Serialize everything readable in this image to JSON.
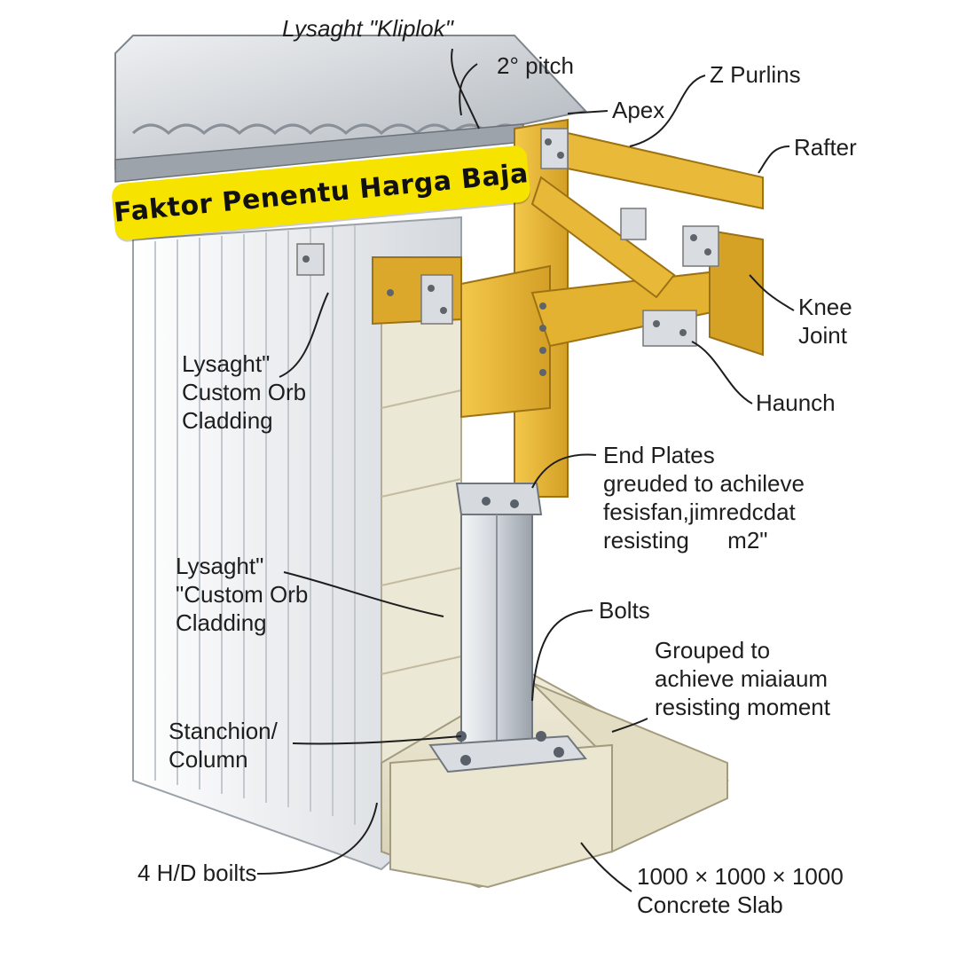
{
  "banner": "Faktor Penentu Harga Baja",
  "labels": {
    "roof_sheet": "Lysaght \"Kliplok\"",
    "pitch": "2° pitch",
    "apex": "Apex",
    "z_purlins": "Z Purlins",
    "rafter": "Rafter",
    "knee_joint": "Knee\nJoint",
    "haunch": "Haunch",
    "cladding_upper": "Lysaght\"\nCustom Orb\nCladding",
    "end_plates": "End Plates\ngreuded to achilеve\nfesisfan,jimredcdat\nresisting      m2\"",
    "cladding_lower": "Lysaght\"\n\"Custom Orb\nCladding",
    "bolts": "Bolts",
    "grouped": "Grouped to\nachieve miaiaum\nresisting moment",
    "stanchion": "Stanchion/\nColumn",
    "hd_bolts": "4 H/D boilts",
    "concrete_slab": "1000 × 1000 × 1000\nConcrete Slab"
  },
  "colors": {
    "timber": "#e8b634",
    "timber_dark": "#b8851c",
    "steel": "#d7dbe0",
    "concrete": "#e6e1cc",
    "banner": "#f6e300",
    "line": "#1e1e1e"
  }
}
